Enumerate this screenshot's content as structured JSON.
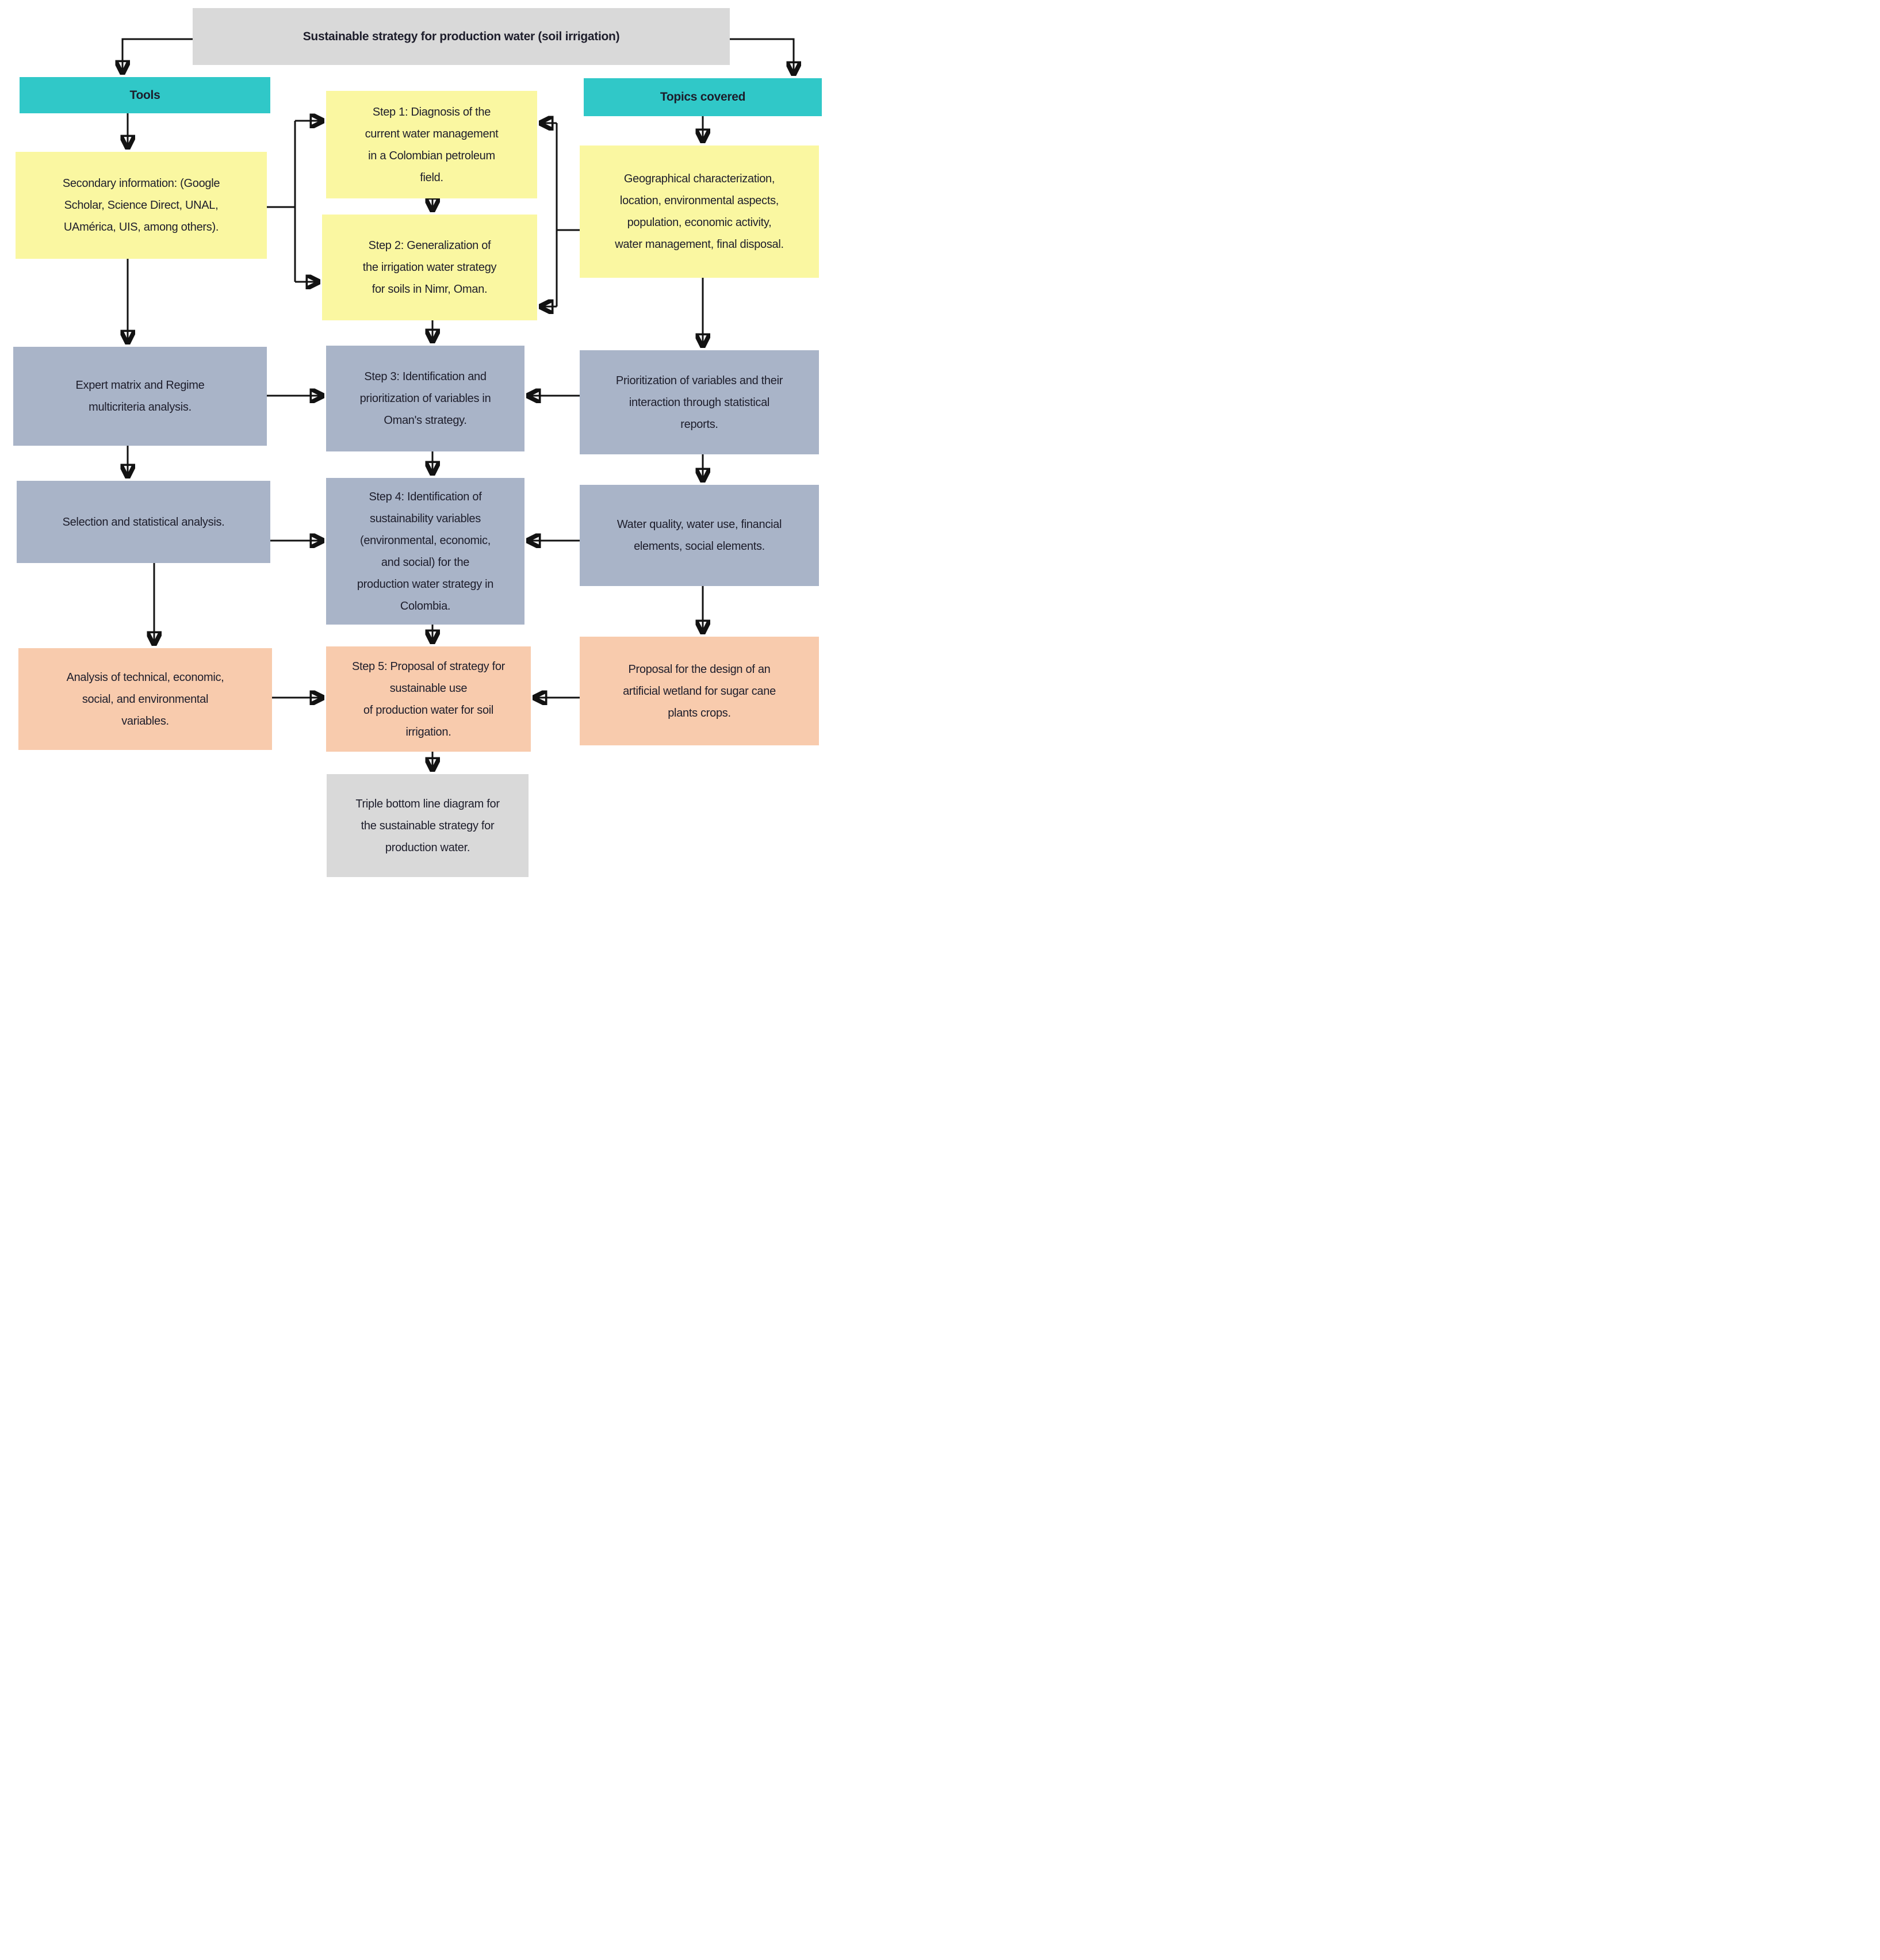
{
  "colors": {
    "teal": "#30c8c8",
    "yellow": "#faf7a1",
    "blue_gray": "#a9b4c8",
    "peach": "#f8cbad",
    "gray": "#d9d9d9",
    "text": "#1d1d2b"
  },
  "nodes": {
    "title": "Sustainable strategy for production  water (soil irrigation)",
    "tools_header": "Tools",
    "topics_header": "Topics covered",
    "secondary_info": "Secondary information: (Google\nScholar, Science Direct, UNAL,\nUAmérica, UIS, among others).",
    "expert_matrix": "Expert matrix and Regime\nmulticriteria analysis.",
    "selection_analysis": "Selection and statistical analysis.",
    "variables_analysis": "Analysis of technical, economic,\nsocial, and environmental\nvariables.",
    "step1": "Step 1: Diagnosis of the\ncurrent water management\nin a Colombian petroleum\nfield.",
    "step2": "Step 2: Generalization of\nthe irrigation water strategy\nfor soils in Nimr, Oman.",
    "step3": "Step 3: Identification and\nprioritization of variables in\nOman's strategy.",
    "step4": "Step 4: Identification of\nsustainability variables\n(environmental, economic,\nand social) for the\nproduction water strategy in\nColombia.",
    "step5": "Step 5: Proposal of strategy for\nsustainable use\nof production water for soil\nirrigation.",
    "triple_bottom_line": "Triple bottom line diagram for\nthe sustainable strategy for\nproduction water.",
    "geographical": "Geographical characterization,\nlocation, environmental aspects,\npopulation, economic activity,\nwater management, final disposal.",
    "prioritization": "Prioritization of variables and their\ninteraction through statistical\nreports.",
    "water_quality": "Water quality, water use, financial\nelements, social elements.",
    "wetland_proposal": "Proposal for the design of an\nartificial wetland for sugar cane\nplants crops."
  }
}
